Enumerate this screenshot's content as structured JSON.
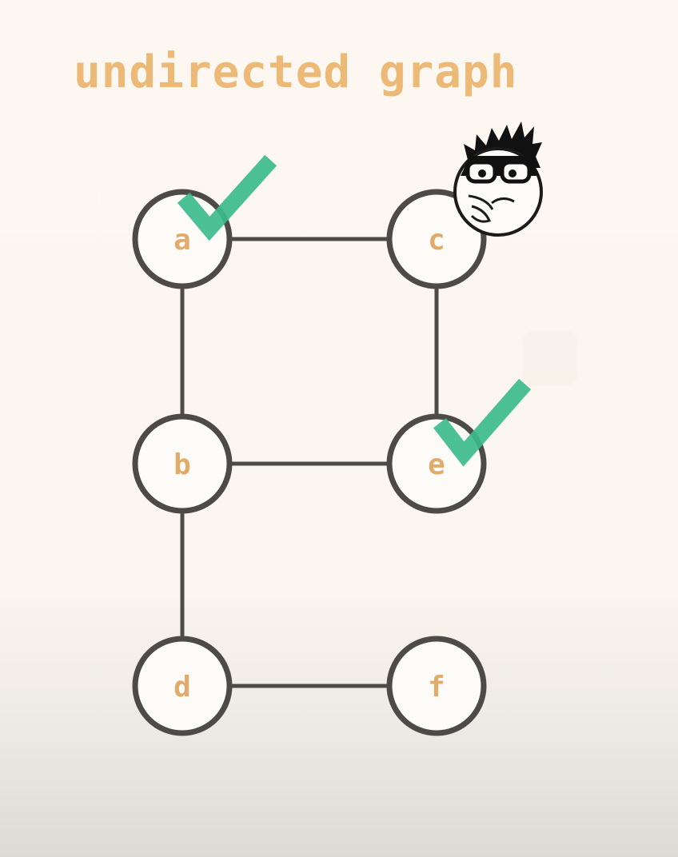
{
  "title": "undirected graph",
  "nodes": [
    {
      "id": "a",
      "label": "a",
      "checked": true
    },
    {
      "id": "c",
      "label": "c",
      "checked": false
    },
    {
      "id": "b",
      "label": "b",
      "checked": false
    },
    {
      "id": "e",
      "label": "e",
      "checked": true
    },
    {
      "id": "d",
      "label": "d",
      "checked": false
    },
    {
      "id": "f",
      "label": "f",
      "checked": false
    }
  ],
  "edges": [
    [
      "a",
      "c"
    ],
    [
      "a",
      "b"
    ],
    [
      "c",
      "e"
    ],
    [
      "b",
      "e"
    ],
    [
      "b",
      "d"
    ],
    [
      "d",
      "f"
    ]
  ],
  "colors": {
    "title": "#ecb977",
    "node_label": "#e1ab6c",
    "node_stroke": "#4d4b48",
    "node_fill": "#fdfbf8",
    "edge": "#4d4b48",
    "check": "#3dbb8d"
  },
  "icons": {
    "check": "checkmark-icon",
    "character": "thinking-character-icon"
  }
}
